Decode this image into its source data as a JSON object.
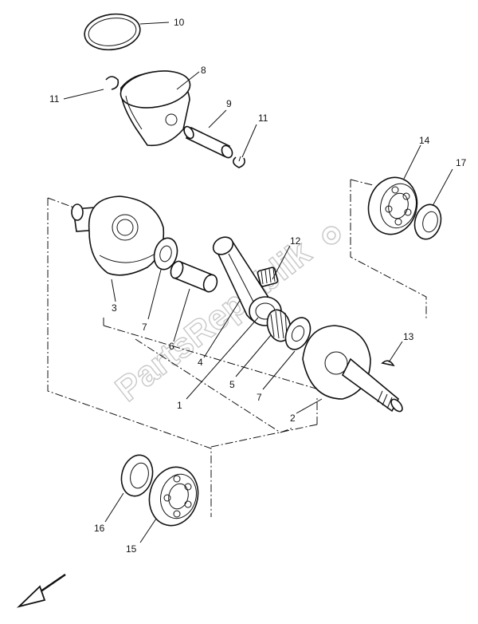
{
  "watermark": "PartsRepublik",
  "callouts": {
    "c1": "1",
    "c2": "2",
    "c3": "3",
    "c4": "4",
    "c5": "5",
    "c6": "6",
    "c7a": "7",
    "c7b": "7",
    "c8": "8",
    "c9": "9",
    "c10": "10",
    "c11a": "11",
    "c11b": "11",
    "c12": "12",
    "c13": "13",
    "c14": "14",
    "c15": "15",
    "c16": "16",
    "c17": "17"
  }
}
